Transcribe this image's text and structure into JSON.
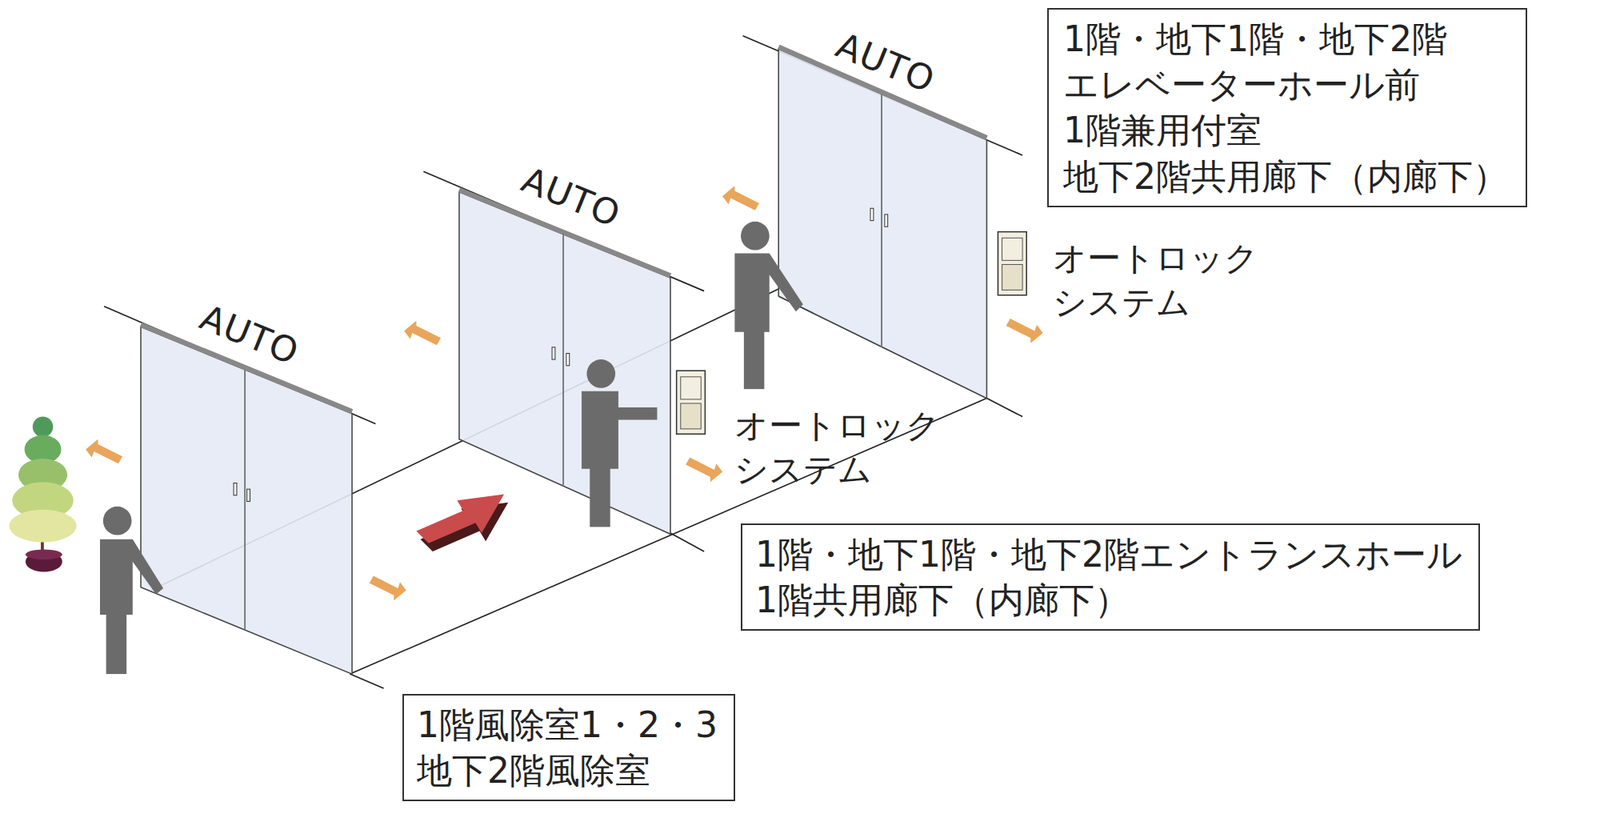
{
  "diagram": {
    "nodes": [
      {
        "text": [
          "1階・地下1階・地下2階 エレベーターホール前 1階兼用付室 地下2階共用廊下（内廊下）"
        ]
      },
      {
        "text": [
          "1階・地下1階・地下2階エントランスホール 1階共用廊下（内廊下）"
        ]
      },
      {
        "text": [
          "1階風除室1・2・3 地下2階風除室"
        ]
      }
    ],
    "labels": [
      "AUTO",
      "AUTO",
      "AUTO",
      "オートロック システム",
      "オートロック システム"
    ]
  }
}
